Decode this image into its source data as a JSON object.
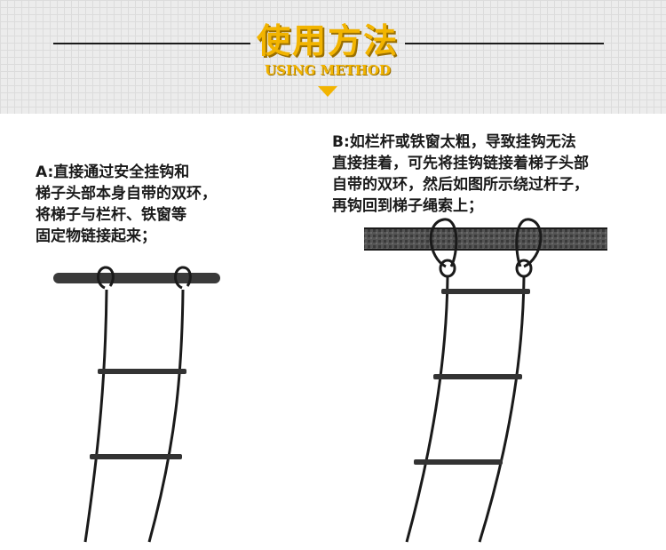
{
  "header": {
    "title": "使用方法",
    "subtitle": "USING METHOD"
  },
  "method_a": {
    "lines": [
      "A:直接通过安全挂钩和",
      "梯子头部本身自带的双环，",
      "将梯子与栏杆、铁窗等",
      "固定物链接起来；"
    ]
  },
  "method_b": {
    "lines": [
      "B:如栏杆或铁窗太粗，导致挂钩无法",
      "直接挂着，可先将挂钩链接着梯子头部",
      "自带的双环，然后如图所示绕过杆子，",
      "再钩回到梯子绳索上；"
    ]
  },
  "colors": {
    "accent": "#f2b400",
    "accent_shadow": "#9a6f00",
    "line": "#1a1a1a",
    "text": "#1a1a1a"
  }
}
